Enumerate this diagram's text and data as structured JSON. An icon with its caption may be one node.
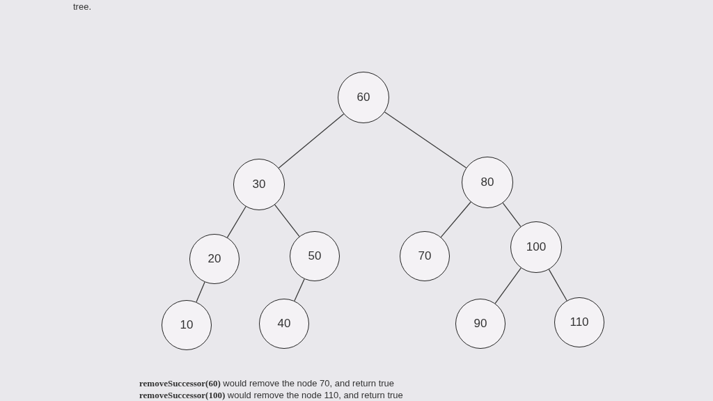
{
  "diagram": {
    "nodes": [
      {
        "text": [
          "60"
        ]
      },
      {
        "text": [
          "30"
        ]
      },
      {
        "text": [
          "80"
        ]
      },
      {
        "text": [
          "20"
        ]
      },
      {
        "text": [
          "50"
        ]
      },
      {
        "text": [
          "70"
        ]
      },
      {
        "text": [
          "100"
        ]
      },
      {
        "text": [
          "10"
        ]
      },
      {
        "text": [
          "40"
        ]
      },
      {
        "text": [
          "90"
        ]
      },
      {
        "text": [
          "110"
        ]
      }
    ],
    "edges": [
      {
        "from": 0,
        "to": 1,
        "arrow": "none"
      },
      {
        "from": 0,
        "to": 2,
        "arrow": "none"
      },
      {
        "from": 1,
        "to": 3,
        "arrow": "none"
      },
      {
        "from": 1,
        "to": 4,
        "arrow": "none"
      },
      {
        "from": 2,
        "to": 5,
        "arrow": "none"
      },
      {
        "from": 2,
        "to": 6,
        "arrow": "none"
      },
      {
        "from": 3,
        "to": 7,
        "arrow": "none"
      },
      {
        "from": 4,
        "to": 8,
        "arrow": "none"
      },
      {
        "from": 6,
        "to": 9,
        "arrow": "none"
      },
      {
        "from": 6,
        "to": 10,
        "arrow": "none"
      }
    ],
    "labels": [
      "tree.",
      "**removeSuccessor(60)** would remove the node 70, and return true",
      "**removeSuccessor(100)** would remove the node 110, and return true"
    ]
  }
}
